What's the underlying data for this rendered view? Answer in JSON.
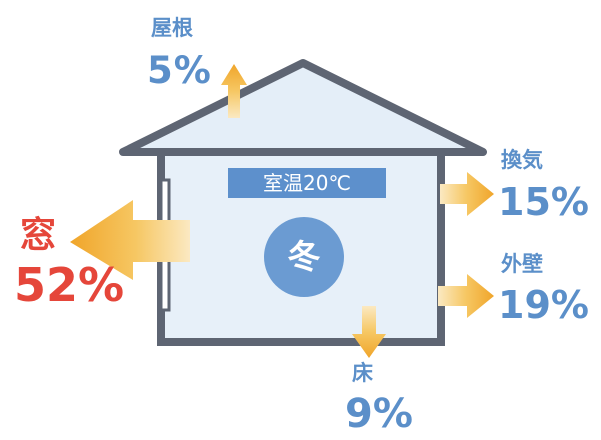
{
  "interior": {
    "room_temp": "室温20℃",
    "season": "冬"
  },
  "heat_loss": [
    {
      "id": "roof",
      "name": "屋根",
      "percent": "5%",
      "value": 5
    },
    {
      "id": "ventilation",
      "name": "換気",
      "percent": "15%",
      "value": 15
    },
    {
      "id": "exterior_wall",
      "name": "外壁",
      "percent": "19%",
      "value": 19
    },
    {
      "id": "floor",
      "name": "床",
      "percent": "9%",
      "value": 9
    },
    {
      "id": "window",
      "name": "窓",
      "percent": "52%",
      "value": 52
    }
  ],
  "colors": {
    "house_outline": "#5e6573",
    "house_fill": "#e4eef8",
    "label_blue": "#5b8fc9",
    "label_red": "#e5463a",
    "temp_banner": "#5d90cc",
    "season_circle": "#6b9bd2",
    "arrow": "#f0b030"
  }
}
